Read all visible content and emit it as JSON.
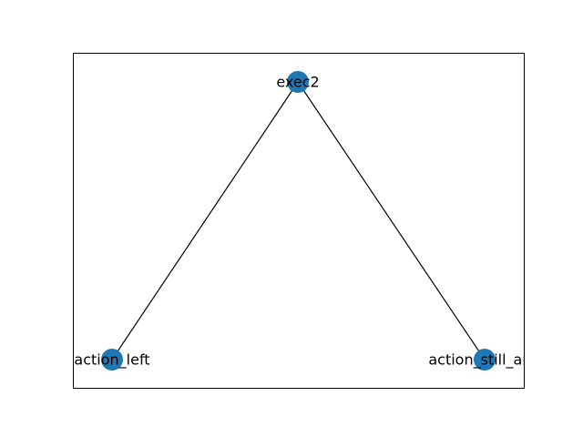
{
  "graph": {
    "node_color": "#1f77b4",
    "edge_color": "#000000",
    "frame_color": "#000000",
    "background_color": "#ffffff",
    "nodes": [
      {
        "id": "exec2",
        "label": "exec2"
      },
      {
        "id": "action_left",
        "label": "action_left"
      },
      {
        "id": "action_still_and",
        "label": "action_still_and"
      }
    ],
    "edges": [
      {
        "source": "exec2",
        "target": "action_left"
      },
      {
        "source": "exec2",
        "target": "action_still_and"
      }
    ]
  }
}
